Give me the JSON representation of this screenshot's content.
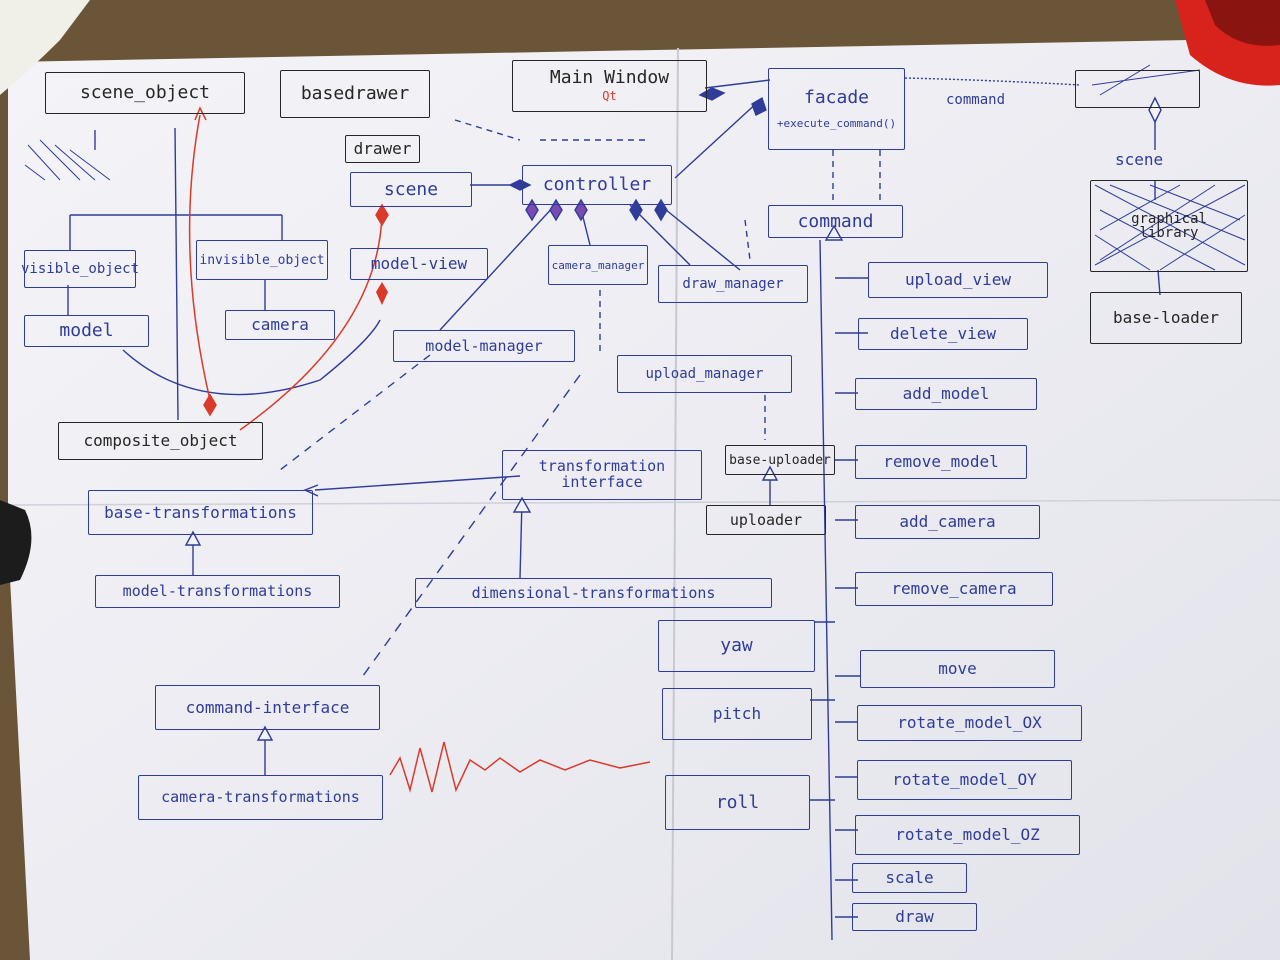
{
  "colors": {
    "blue_ink": "#2f3c99",
    "black_ink": "#262626",
    "red_ink": "#d93a2a",
    "paper": "#f2f2f5"
  },
  "diagram": {
    "boxes": {
      "scene_object": "scene_object",
      "base_drawer": "basedrawer",
      "drawer": "drawer",
      "main_window": "Main Window",
      "main_window_sub": "Qt",
      "facade": "facade",
      "facade_method": "+execute_command()",
      "scene": "scene",
      "controller": "controller",
      "command": "command",
      "visible_object": "visible_object",
      "invisible_object": "invisible_object",
      "model_view": "model-view",
      "camera_manager": "camera_manager",
      "draw_manager": "draw_manager",
      "model": "model",
      "camera": "camera",
      "model_manager": "model-manager",
      "upload_manager": "upload_manager",
      "composite_object": "composite_object",
      "transformation_interface": "transformation interface",
      "base_uploader": "base-uploader",
      "uploader": "uploader",
      "base_transformations": "base-transformations",
      "model_transformations": "model-transformations",
      "dimensional_transformations": "dimensional-transformations",
      "command_interface": "command-interface",
      "camera_transformations": "camera-transformations",
      "yaw": "yaw",
      "pitch": "pitch",
      "roll": "roll",
      "scene_right": "scene",
      "graphical_library": "graphical library",
      "base_loader": "base-loader"
    },
    "command_list": [
      "upload_view",
      "delete_view",
      "add_model",
      "remove_model",
      "add_camera",
      "remove_camera",
      "move",
      "rotate_model_OX",
      "rotate_model_OY",
      "rotate_model_OZ",
      "scale",
      "draw"
    ],
    "edge_labels": {
      "command": "command"
    }
  }
}
